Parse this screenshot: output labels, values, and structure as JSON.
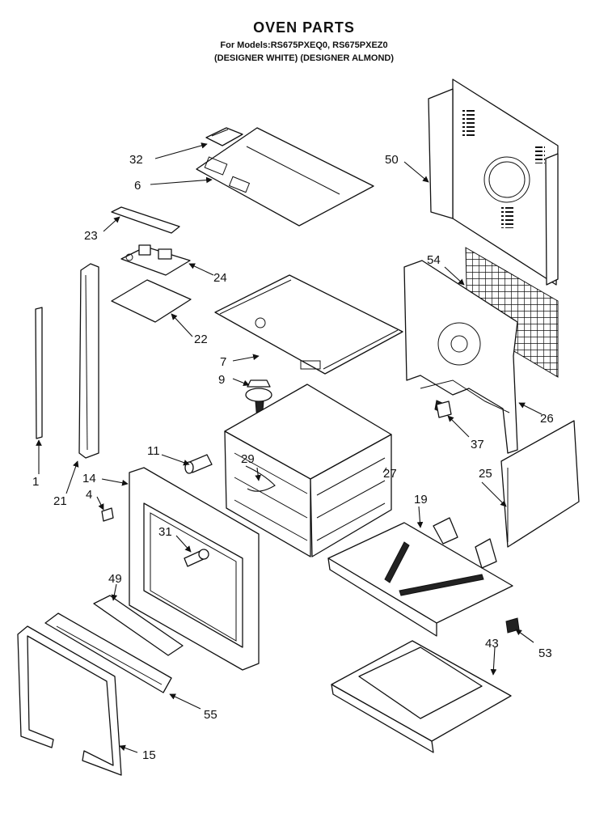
{
  "header": {
    "title": "OVEN PARTS",
    "models_line": "For Models:RS675PXEQ0, RS675PXEZ0",
    "colors_line": "(DESIGNER WHITE) (DESIGNER ALMOND)"
  },
  "callouts": {
    "p1": "1",
    "p4": "4",
    "p6": "6",
    "p7": "7",
    "p9": "9",
    "p11": "11",
    "p14": "14",
    "p15": "15",
    "p19": "19",
    "p21": "21",
    "p22": "22",
    "p23": "23",
    "p24": "24",
    "p25": "25",
    "p26": "26",
    "p27": "27",
    "p29": "29",
    "p31": "31",
    "p32": "32",
    "p37": "37",
    "p43": "43",
    "p49": "49",
    "p50": "50",
    "p53": "53",
    "p54": "54",
    "p55": "55"
  }
}
